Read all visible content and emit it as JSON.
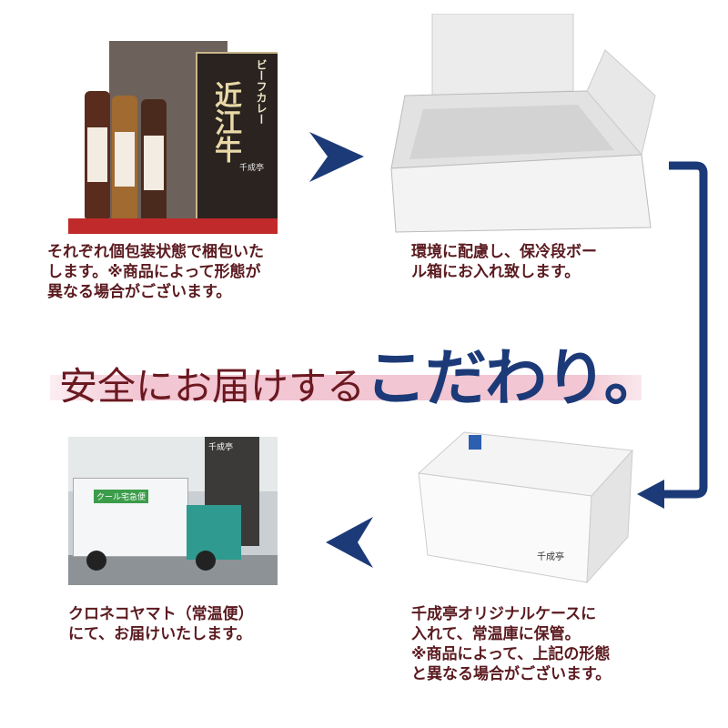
{
  "steps": [
    {
      "caption": "それぞれ個包装状態で梱包いた\nします。※商品によって形態が\n異なる場合がございます。"
    },
    {
      "caption": "環境に配慮し、保冷段ボー\nル箱にお入れ致します。"
    },
    {
      "caption": "千成亭オリジナルケースに\n入れて、常温庫に保管。\n※商品によって、上記の形態\nと異なる場合がございます。"
    },
    {
      "caption": "クロネコヤマト（常温便）\nにて、お届けいたします。"
    }
  ],
  "headline": {
    "part1": "安全にお届けする",
    "part2": "こだわり。"
  },
  "photo_labels": {
    "product_box": "近江牛",
    "curry": "ビーフカレー",
    "brand": "千成亭",
    "truck": "クール宅急便"
  },
  "colors": {
    "navy": "#1c3a78",
    "caption": "#5a1a1f",
    "headline1": "#6b1820",
    "pink": "#f2c6d3"
  }
}
